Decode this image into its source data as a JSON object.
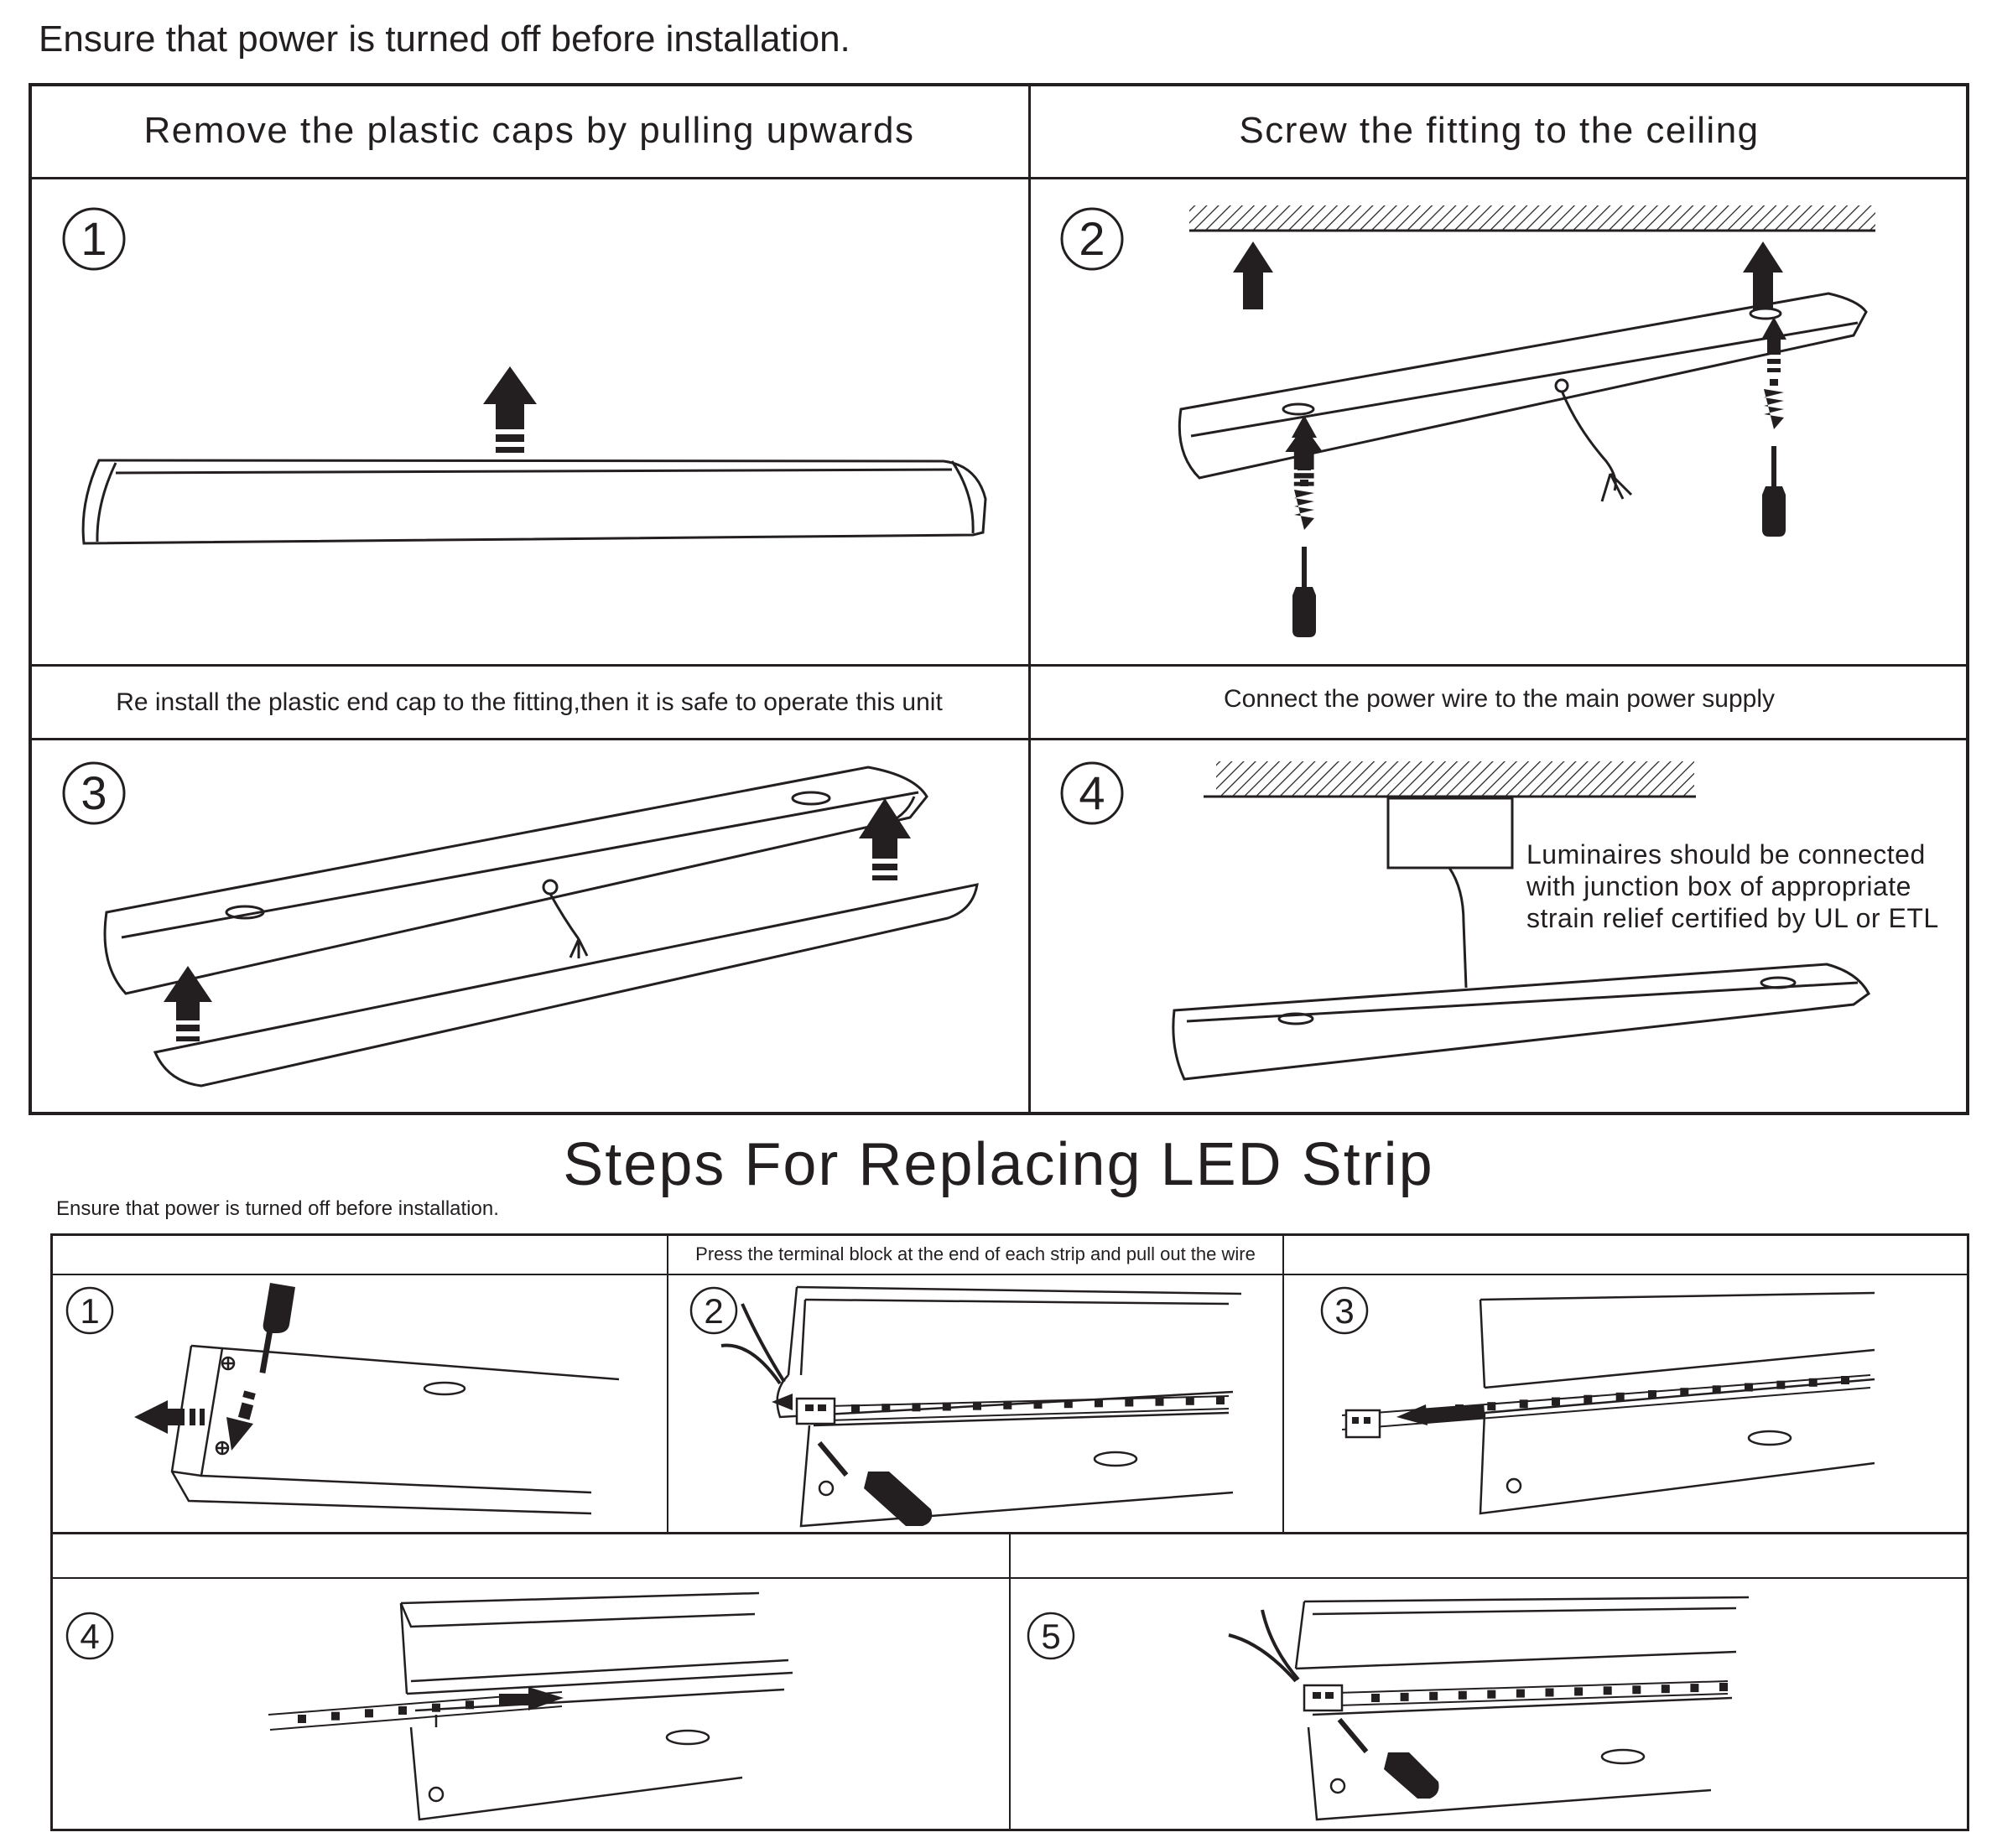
{
  "top_warning": "Ensure that power is turned off before installation.",
  "install_steps": {
    "headers": [
      "Remove  the  plastic  caps  by  pulling  upwards",
      "Screw the fitting to the ceiling",
      "Re install the plastic end cap to the fitting,then  it  is  safe  to  operate  this  unit",
      "Connect the power wire to the main power supply"
    ],
    "step_numbers": [
      "1",
      "2",
      "3",
      "4"
    ],
    "junction_note": [
      "Luminaires should be connected",
      "with junction box of appropriate",
      "strain relief certified by UL or ETL"
    ]
  },
  "replace_section": {
    "title": "Steps For Replacing LED Strip",
    "warning": "Ensure that power is turned off before installation.",
    "headers": [
      "",
      "Press the terminal block at the end of each strip and pull out the wire",
      "",
      "",
      ""
    ],
    "step_numbers": [
      "1",
      "2",
      "3",
      "4",
      "5"
    ]
  },
  "icons": [
    "arrow-up-icon",
    "arrow-left-icon",
    "arrow-right-icon",
    "screw-icon",
    "screwdriver-icon",
    "pliers-icon",
    "ceiling-hatch",
    "junction-box",
    "led-strip",
    "connector-block"
  ]
}
